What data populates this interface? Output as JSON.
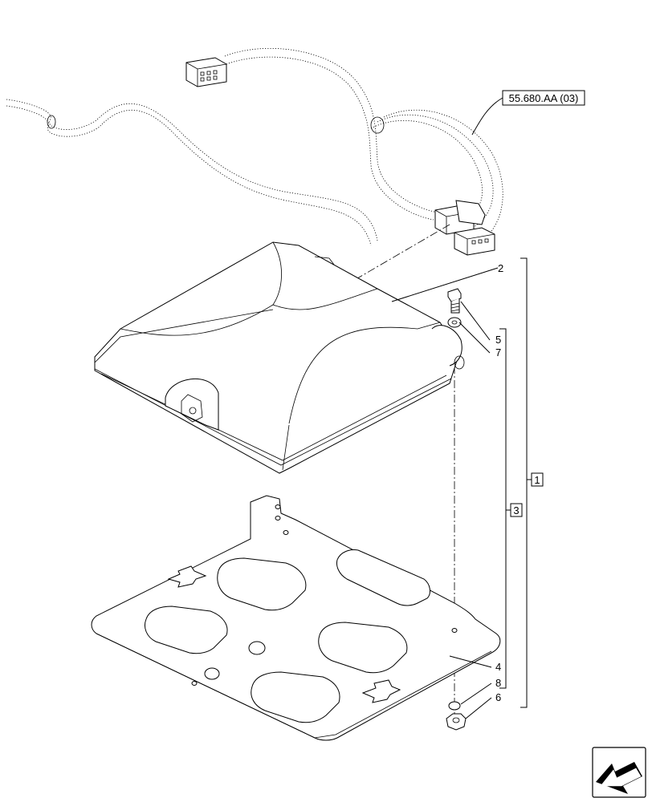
{
  "diagram": {
    "reference": "55.680.AA (03)",
    "callouts": {
      "c1": "1",
      "c2": "2",
      "c3": "3",
      "c4": "4",
      "c5": "5",
      "c6": "6",
      "c7": "7",
      "c8": "8"
    },
    "nav_icon": "arrow-icon"
  }
}
